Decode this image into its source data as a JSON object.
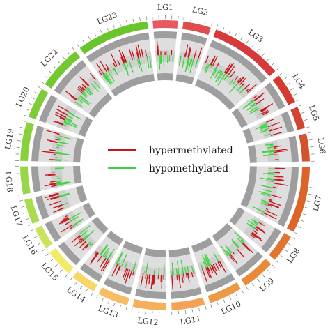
{
  "legend": {
    "items": [
      {
        "label": "hypermethylated",
        "color": "#c8161d"
      },
      {
        "label": "hypomethylated",
        "color": "#3fd43f"
      }
    ]
  },
  "chromosomes": [
    {
      "name": "LG1",
      "size": 0.9,
      "color": "#e8585e"
    },
    {
      "name": "LG2",
      "size": 1.0,
      "color": "#e04c4c"
    },
    {
      "name": "LG3",
      "size": 2.6,
      "color": "#d63a3a"
    },
    {
      "name": "LG4",
      "size": 1.1,
      "color": "#d43a2e"
    },
    {
      "name": "LG5",
      "size": 0.8,
      "color": "#d34530"
    },
    {
      "name": "LG6",
      "size": 1.0,
      "color": "#d4512e"
    },
    {
      "name": "LG7",
      "size": 2.4,
      "color": "#dd6428"
    },
    {
      "name": "LG8",
      "size": 1.0,
      "color": "#e2742f"
    },
    {
      "name": "LG9",
      "size": 1.2,
      "color": "#e88a36"
    },
    {
      "name": "LG10",
      "size": 1.2,
      "color": "#ee9944"
    },
    {
      "name": "LG11",
      "size": 1.2,
      "color": "#f2a356"
    },
    {
      "name": "LG12",
      "size": 1.2,
      "color": "#f4ae5c"
    },
    {
      "name": "LG13",
      "size": 1.1,
      "color": "#f6bd63"
    },
    {
      "name": "LG14",
      "size": 0.9,
      "color": "#f7d76a"
    },
    {
      "name": "LG15",
      "size": 1.0,
      "color": "#f1eb66"
    },
    {
      "name": "LG16",
      "size": 0.8,
      "color": "#c9e35c"
    },
    {
      "name": "LG17",
      "size": 0.9,
      "color": "#a8dc4e"
    },
    {
      "name": "LG18",
      "size": 1.0,
      "color": "#96d648"
    },
    {
      "name": "LG19",
      "size": 1.4,
      "color": "#88d13d"
    },
    {
      "name": "LG20",
      "size": 1.1,
      "color": "#7ccd36"
    },
    {
      "name": "LG22",
      "size": 1.6,
      "color": "#72c92f"
    },
    {
      "name": "LG23",
      "size": 2.6,
      "color": "#6ac52c"
    }
  ],
  "track_colors": {
    "ring_outer": "#cfcfcf",
    "ring_inner": "#dedede",
    "ring_dark": "#9e9e9e",
    "tick": "#777777"
  }
}
